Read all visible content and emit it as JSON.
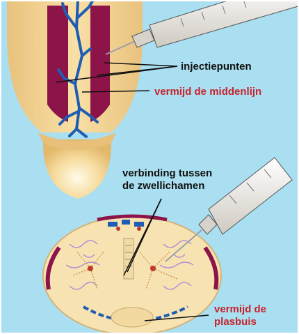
{
  "labels": {
    "injection_points": "injectiepunten",
    "avoid_midline": "vermijd de middenlijn",
    "connection_line1": "verbinding tussen",
    "connection_line2": "de zwellichamen",
    "avoid_urethra_line1": "vermijd de",
    "avoid_urethra_line2": "plasbuis"
  },
  "colors": {
    "background": "#a9dff0",
    "skin": "#f4d69a",
    "tissue": "#f7e3b2",
    "corpus": "#8c1448",
    "vein": "#1f5db4",
    "label_black": "#111111",
    "label_red": "#c8232c",
    "syringe_barrel": "#e6e2da",
    "needle": "#9aa0a6"
  },
  "icons": [
    "syringe-icon",
    "syringe-icon"
  ]
}
